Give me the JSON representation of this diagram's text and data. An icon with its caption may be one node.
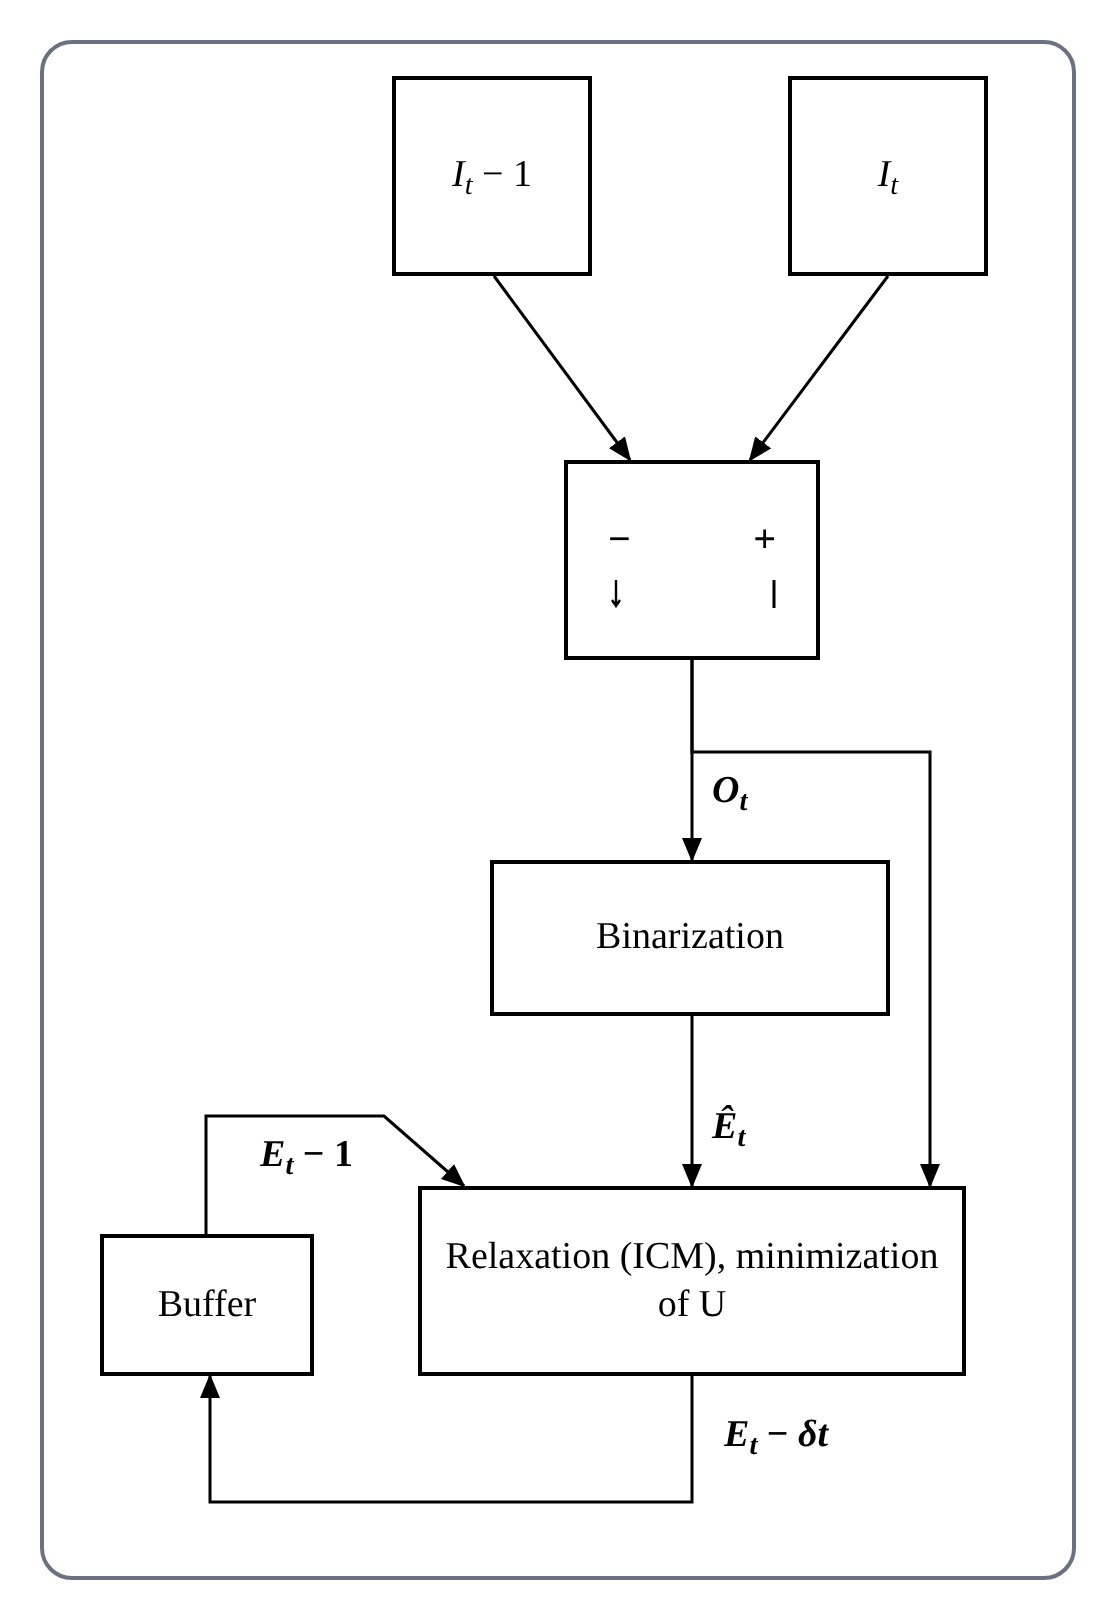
{
  "diagram": {
    "nodes": [
      {
        "text": [
          "*I*$_{t}$ − 1"
        ]
      },
      {
        "text": [
          "*I*$_{t}$"
        ]
      },
      {
        "text": [
          "−",
          "+"
        ]
      },
      {
        "text": [
          "Binarization"
        ]
      },
      {
        "text": [
          "Relaxation (ICM), minimization of U"
        ]
      },
      {
        "text": [
          "Buffer"
        ]
      }
    ],
    "edges": [
      {
        "from": 0,
        "to": 2,
        "arrow": "to"
      },
      {
        "from": 1,
        "to": 2,
        "arrow": "to"
      },
      {
        "from": 2,
        "to": 3,
        "arrow": "to",
        "label": "*O*$_{t}$"
      },
      {
        "from": 2,
        "to": 4,
        "arrow": "to"
      },
      {
        "from": 3,
        "to": 4,
        "arrow": "to",
        "label": "*Ê*$_{t}$"
      },
      {
        "from": 4,
        "to": 5,
        "arrow": "to",
        "label": "*E*$_{t}$ − *δt*"
      },
      {
        "from": 5,
        "to": 4,
        "arrow": "to",
        "label": "*E*$_{t}$ − 1"
      }
    ]
  }
}
